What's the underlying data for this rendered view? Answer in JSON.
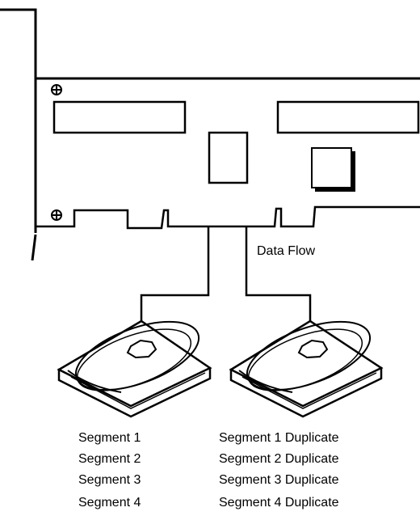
{
  "data_flow_label": "Data Flow",
  "drives": [
    {
      "segments": [
        "Segment 1",
        "Segment 2",
        "Segment 3",
        "Segment 4"
      ]
    },
    {
      "segments": [
        "Segment 1 Duplicate",
        "Segment 2 Duplicate",
        "Segment 3 Duplicate",
        "Segment 4 Duplicate"
      ]
    }
  ],
  "colors": {
    "line": "#000000",
    "background": "#ffffff"
  }
}
